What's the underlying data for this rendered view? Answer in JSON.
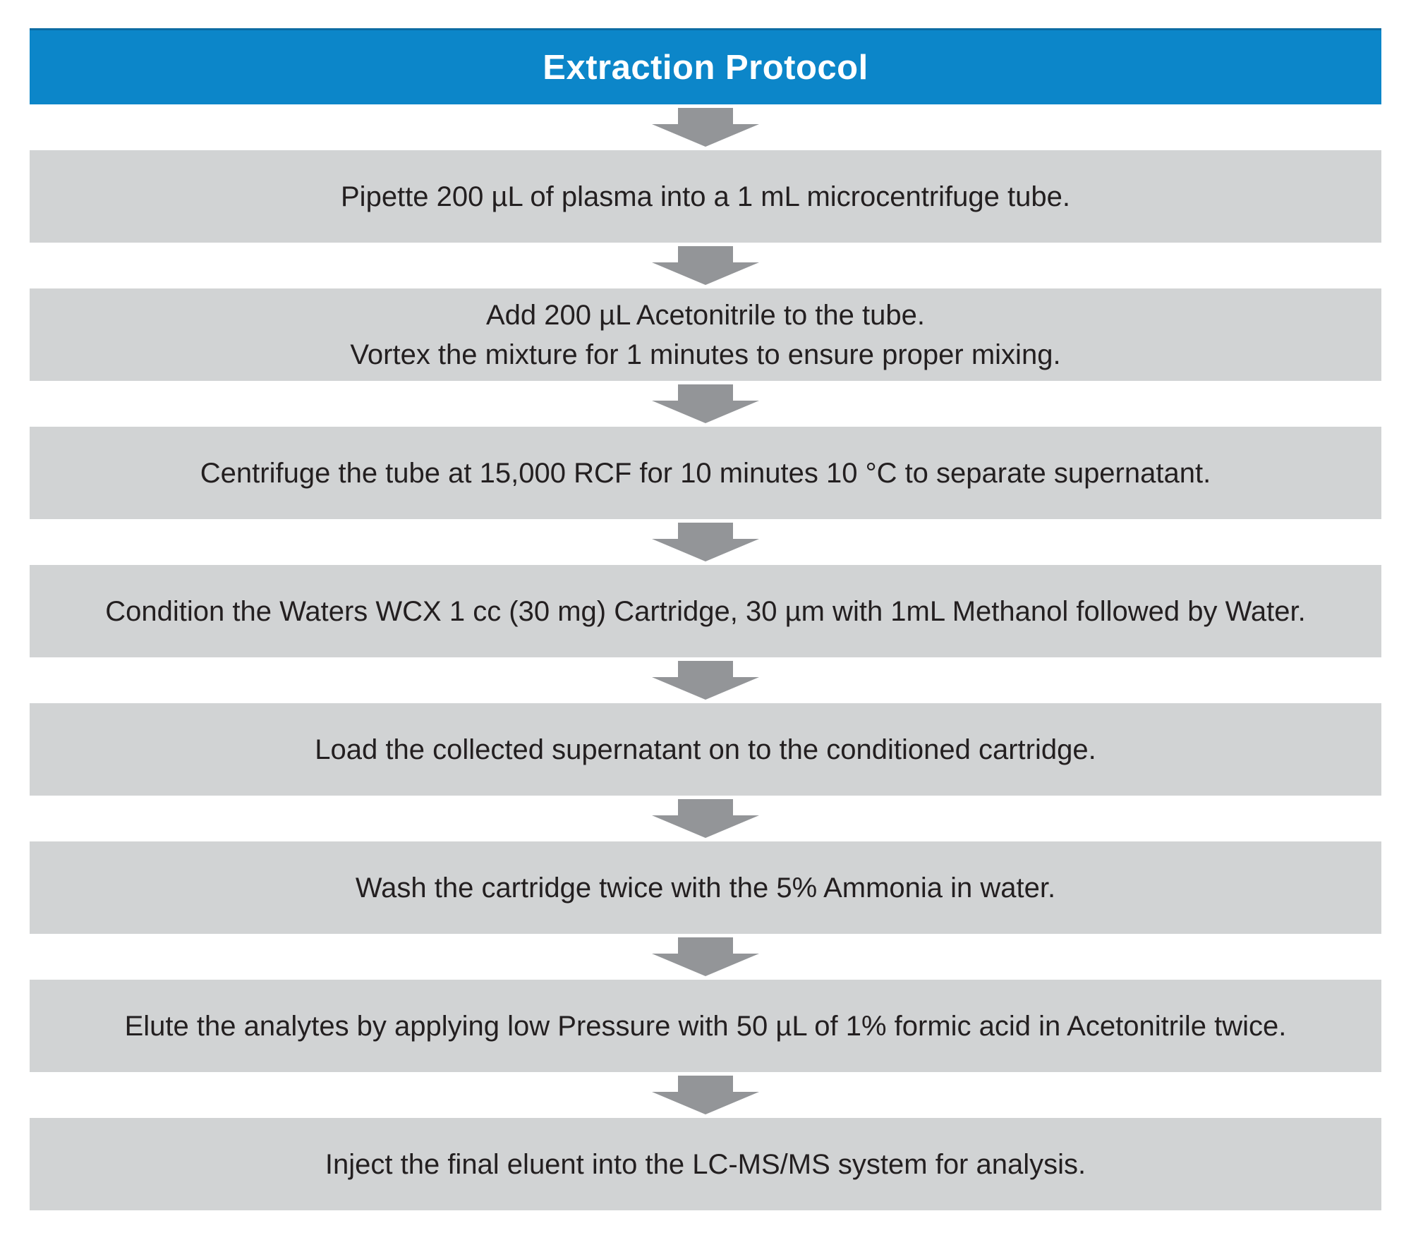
{
  "header": {
    "title": "Extraction Protocol"
  },
  "steps": [
    {
      "lines": [
        "Pipette 200 µL of plasma into a 1 mL microcentrifuge tube."
      ]
    },
    {
      "lines": [
        "Add 200 µL Acetonitrile to the tube.",
        "Vortex the mixture for 1 minutes to ensure proper mixing."
      ]
    },
    {
      "lines": [
        "Centrifuge the tube at 15,000 RCF for 10 minutes 10 °C to separate supernatant."
      ]
    },
    {
      "lines": [
        "Condition the Waters WCX 1 cc (30 mg) Cartridge, 30 µm with 1mL Methanol followed by Water."
      ]
    },
    {
      "lines": [
        "Load the collected supernatant on to the conditioned cartridge."
      ]
    },
    {
      "lines": [
        "Wash the cartridge twice with the 5% Ammonia in water."
      ]
    },
    {
      "lines": [
        "Elute the analytes by applying low Pressure with 50 µL of 1% formic acid in Acetonitrile twice."
      ]
    },
    {
      "lines": [
        "Inject the final eluent into the LC-MS/MS system for analysis."
      ]
    }
  ],
  "icons": {
    "connector": "down-arrow-icon"
  },
  "colors": {
    "page_bg": "#ffffff",
    "header_bg": "#0c86c9",
    "header_border": "#0d6ca3",
    "header_text": "#ffffff",
    "box_bg": "#d1d3d4",
    "box_text": "#231f20",
    "arrow": "#939598"
  }
}
